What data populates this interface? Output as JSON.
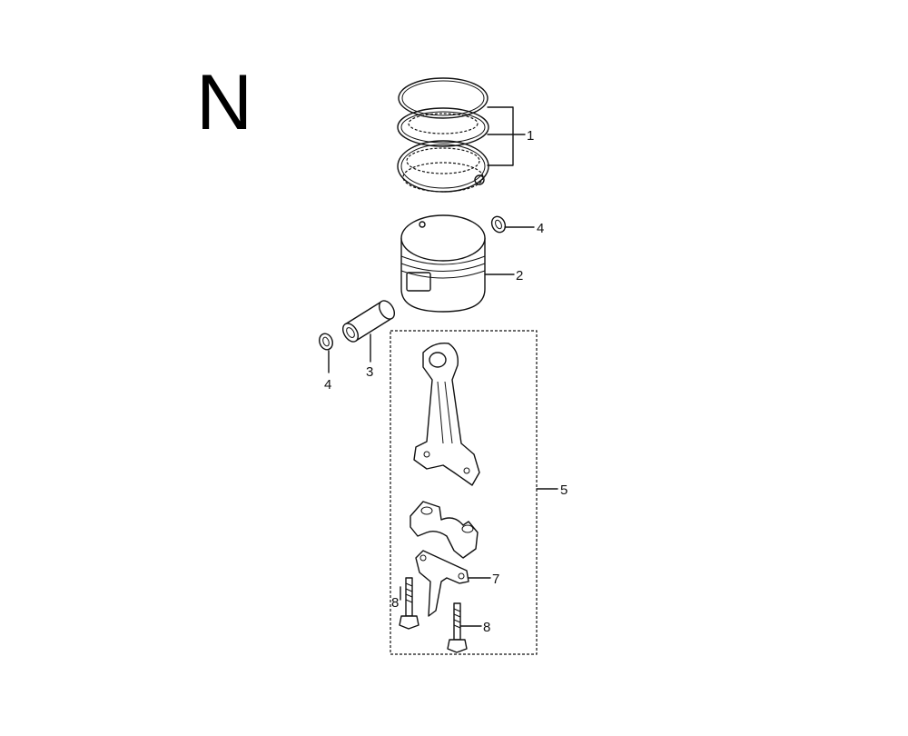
{
  "section_letter": "N",
  "callouts": [
    {
      "id": "piston-rings",
      "label": "1"
    },
    {
      "id": "piston",
      "label": "2"
    },
    {
      "id": "piston-pin",
      "label": "3"
    },
    {
      "id": "pin-clip-right",
      "label": "4"
    },
    {
      "id": "pin-clip-left",
      "label": "4"
    },
    {
      "id": "connecting-rod-assembly",
      "label": "5"
    },
    {
      "id": "oil-dipper",
      "label": "7"
    },
    {
      "id": "rod-bolt-left",
      "label": "8"
    },
    {
      "id": "rod-bolt-right",
      "label": "8"
    }
  ]
}
